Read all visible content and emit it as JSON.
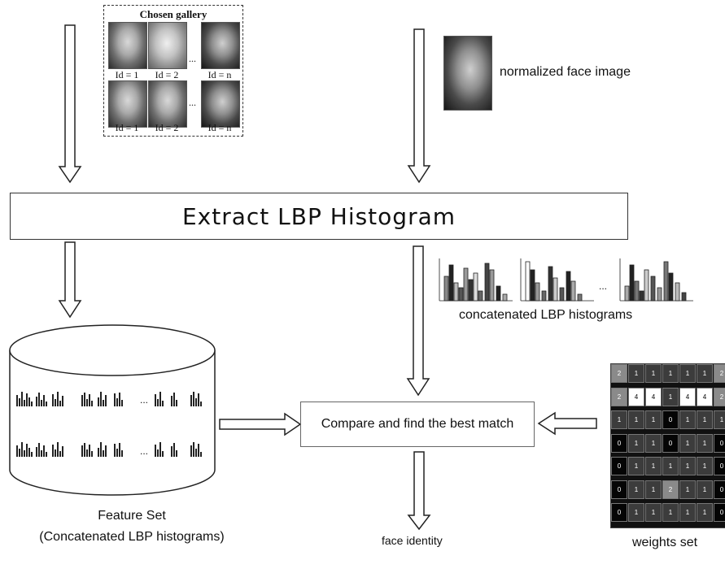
{
  "gallery": {
    "title": "Chosen gallery",
    "row1_labels": [
      "Id = 1",
      "Id = 2",
      "Id = n"
    ],
    "row2_labels": [
      "Id = 1",
      "Id = 2",
      "Id = n"
    ],
    "ellipsis": "..."
  },
  "probe": {
    "label": "normalized face image"
  },
  "extract": {
    "label": "Extract LBP Histogram"
  },
  "concat": {
    "label": "concatenated LBP histograms",
    "ellipsis": "..."
  },
  "compare": {
    "label": "Compare and find the best match"
  },
  "feature_set": {
    "line1": "Feature Set",
    "line2": "(Concatenated LBP histograms)",
    "ellipsis": "..."
  },
  "weights": {
    "label": "weights set",
    "grid": [
      [
        "2",
        "1",
        "1",
        "1",
        "1",
        "1",
        "2"
      ],
      [
        "2",
        "4",
        "4",
        "1",
        "4",
        "4",
        "2"
      ],
      [
        "1",
        "1",
        "1",
        "0",
        "1",
        "1",
        "1"
      ],
      [
        "0",
        "1",
        "1",
        "0",
        "1",
        "1",
        "0"
      ],
      [
        "0",
        "1",
        "1",
        "1",
        "1",
        "1",
        "0"
      ],
      [
        "0",
        "1",
        "1",
        "2",
        "1",
        "1",
        "0"
      ],
      [
        "0",
        "1",
        "1",
        "1",
        "1",
        "1",
        "0"
      ]
    ]
  },
  "output": {
    "label": "face identity"
  }
}
